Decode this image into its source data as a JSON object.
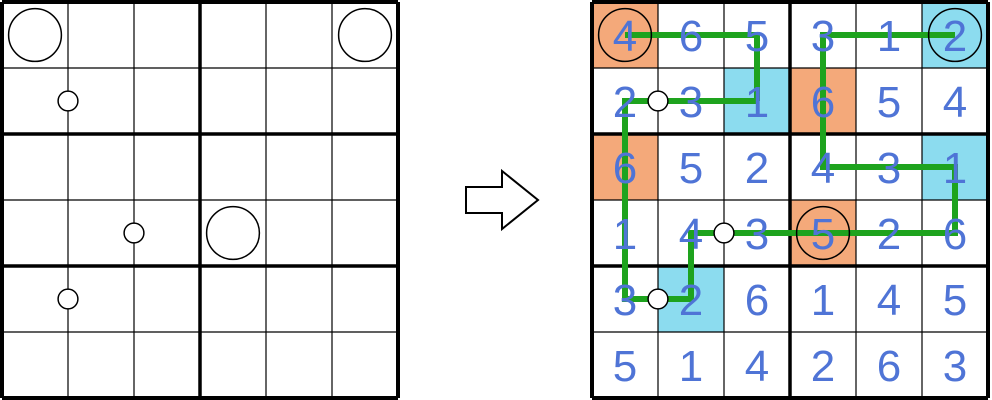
{
  "puzzle": {
    "size": 6,
    "box_rows": 2,
    "box_cols": 3,
    "big_circles": [
      [
        0,
        0
      ],
      [
        0,
        5
      ],
      [
        3,
        3
      ]
    ],
    "small_dots": [
      {
        "between": [
          [
            1,
            0
          ],
          [
            1,
            1
          ]
        ]
      },
      {
        "between": [
          [
            3,
            1
          ],
          [
            3,
            2
          ]
        ]
      },
      {
        "between": [
          [
            4,
            0
          ],
          [
            4,
            1
          ]
        ]
      }
    ]
  },
  "arrow": {
    "icon": "right-arrow-icon"
  },
  "solution": {
    "grid": [
      [
        "4",
        "6",
        "5",
        "3",
        "1",
        "2"
      ],
      [
        "2",
        "3",
        "1",
        "6",
        "5",
        "4"
      ],
      [
        "6",
        "5",
        "2",
        "4",
        "3",
        "1"
      ],
      [
        "1",
        "4",
        "3",
        "5",
        "2",
        "6"
      ],
      [
        "3",
        "2",
        "6",
        "1",
        "4",
        "5"
      ],
      [
        "5",
        "1",
        "4",
        "2",
        "6",
        "3"
      ]
    ],
    "orange_cells": [
      [
        0,
        0
      ],
      [
        1,
        3
      ],
      [
        2,
        0
      ],
      [
        3,
        3
      ]
    ],
    "blue_cells": [
      [
        0,
        5
      ],
      [
        1,
        2
      ],
      [
        2,
        5
      ],
      [
        4,
        1
      ]
    ],
    "paths": [
      [
        [
          1,
          2
        ],
        [
          1,
          1
        ],
        [
          1,
          0
        ],
        [
          2,
          0
        ],
        [
          3,
          0
        ],
        [
          4,
          0
        ],
        [
          4,
          1
        ],
        [
          3,
          1
        ],
        [
          3,
          2
        ],
        [
          3,
          3
        ],
        [
          3,
          4
        ],
        [
          3,
          5
        ],
        [
          2,
          5
        ],
        [
          2,
          4
        ],
        [
          2,
          3
        ],
        [
          1,
          3
        ],
        [
          0,
          3
        ],
        [
          0,
          4
        ],
        [
          0,
          5
        ]
      ],
      [
        [
          0,
          0
        ],
        [
          0,
          1
        ],
        [
          0,
          2
        ],
        [
          1,
          2
        ]
      ]
    ]
  },
  "colors": {
    "orange": "#f4a97a",
    "blue": "#8cdcef",
    "path": "#1ea31e",
    "digit": "#4f74d6",
    "line": "#000000"
  }
}
